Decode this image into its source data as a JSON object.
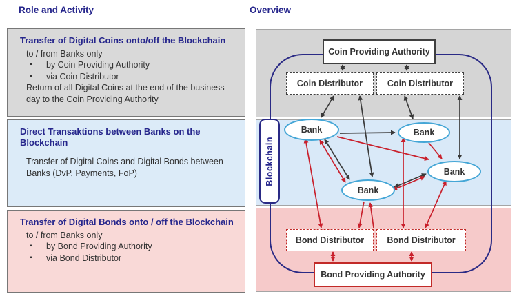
{
  "titles": {
    "left": "Role and Activity",
    "right": "Overview"
  },
  "left_panel": {
    "sections": [
      {
        "heading": "Transfer of Digital Coins onto/off the Blockchain",
        "lines": [
          {
            "type": "text",
            "text": "to / from Banks only"
          },
          {
            "type": "bullet",
            "text": "by Coin Providing Authority"
          },
          {
            "type": "bullet",
            "text": "via Coin Distributor"
          },
          {
            "type": "text",
            "text": "Return of all Digital Coins at the end of the business day to the Coin Providing Authority"
          }
        ]
      },
      {
        "heading": "Direct Transaktions between Banks on the Blockchain",
        "lines": [
          {
            "type": "text",
            "text": "Transfer of Digital Coins and Digital Bonds between Banks (DvP, Payments, FoP)"
          }
        ]
      },
      {
        "heading": "Transfer of Digital Bonds onto / off the Blockchain",
        "lines": [
          {
            "type": "text",
            "text": "to / from Banks only"
          },
          {
            "type": "bullet",
            "text": "by Bond Providing Authority"
          },
          {
            "type": "bullet",
            "text": "via Bond Distributor"
          }
        ]
      }
    ]
  },
  "overview": {
    "blockchain_label": "Blockchain",
    "nodes": {
      "coin_providing_authority": "Coin Providing Authority",
      "coin_distributor": "Coin Distributor",
      "bank": "Bank",
      "bond_distributor": "Bond Distributor",
      "bond_providing_authority": "Bond Providing Authority"
    }
  },
  "colors": {
    "heading_navy": "#26268c",
    "blockchain_border_navy": "#2a2a85",
    "black_arrow": "#3a3a3a",
    "red_arrow": "#c9202c",
    "bank_border_blue": "#44a6d6",
    "gray_band": "#d5d5d5",
    "blue_band": "#d9e9f8",
    "pink_band": "#f6caca",
    "gray_section": "#d9d9d9",
    "blue_section": "#dcebf8",
    "pink_section": "#f9d9d7"
  }
}
